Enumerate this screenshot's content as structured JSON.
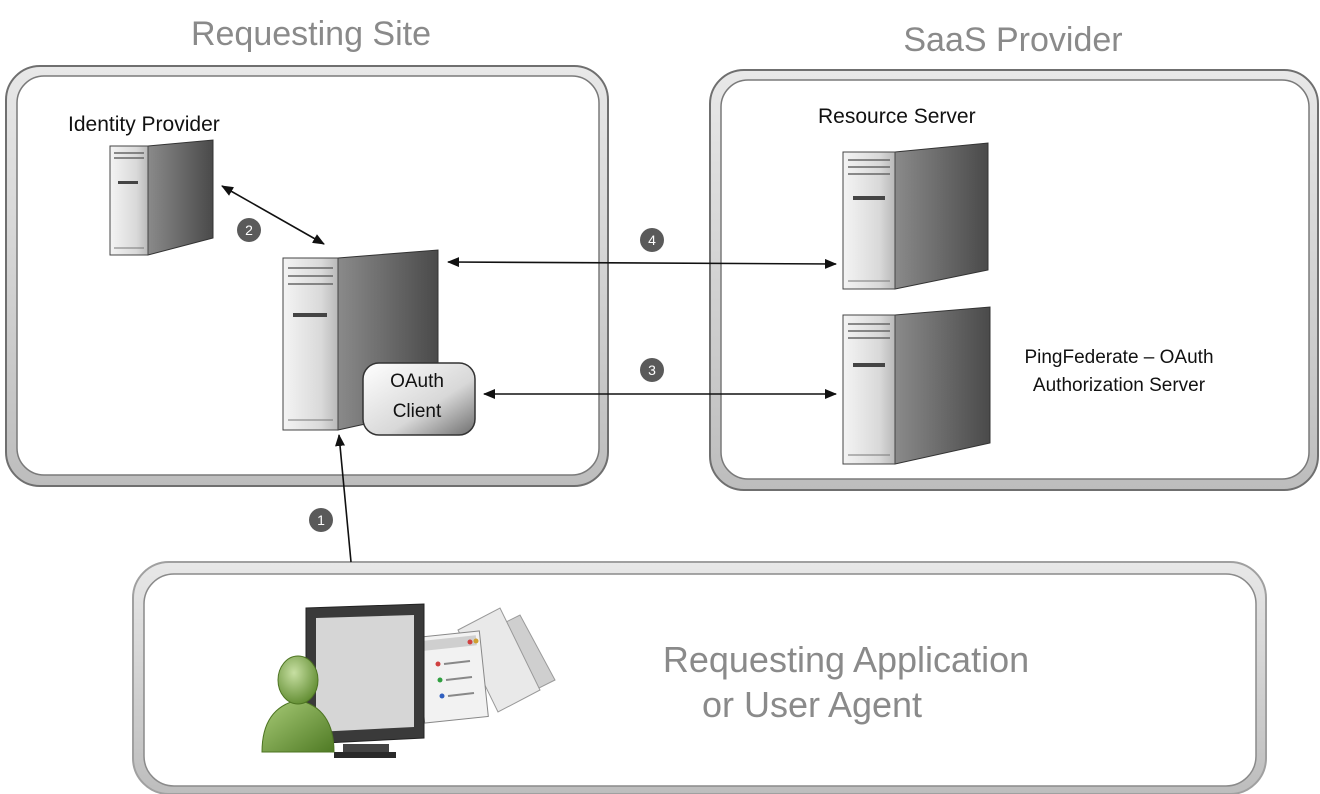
{
  "groups": {
    "requesting_site": "Requesting Site",
    "saas_provider": "SaaS Provider"
  },
  "nodes": {
    "identity_provider": "Identity Provider",
    "resource_server": "Resource Server",
    "authorization_server_line1": "PingFederate – OAuth",
    "authorization_server_line2": "Authorization Server",
    "oauth_client_line1": "OAuth",
    "oauth_client_line2": "Client",
    "requesting_app_line1": "Requesting Application",
    "requesting_app_line2": "or User Agent"
  },
  "steps": [
    "1",
    "2",
    "3",
    "4"
  ],
  "colors": {
    "panel_border": "#6f6f6f",
    "step_badge": "#5a5a5a",
    "user_green": "#6f9a3c"
  }
}
